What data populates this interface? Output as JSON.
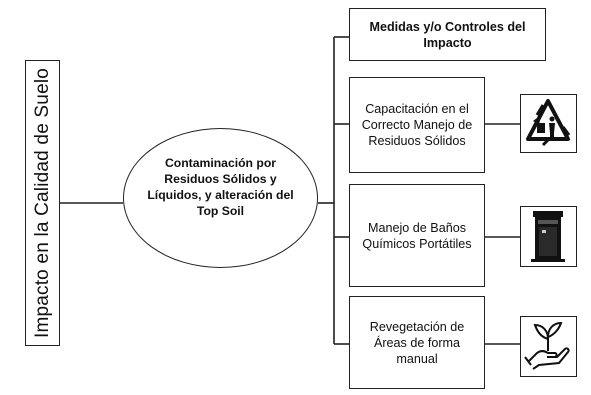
{
  "left_title": "Impacto en la Calidad de Suelo",
  "center_node": "Contaminación por Residuos Sólidos y Líquidos, y alteración del Top Soil",
  "header_box": "Medidas y/o Controles del Impacto",
  "measures": [
    {
      "label": "Capacitación en el Correcto Manejo de Residuos Sólidos",
      "icon": "recycling-icon"
    },
    {
      "label": "Manejo de Baños Químicos Portátiles",
      "icon": "portable-toilet-icon"
    },
    {
      "label": "Revegetación de Áreas de forma manual",
      "icon": "hand-plant-icon"
    }
  ]
}
